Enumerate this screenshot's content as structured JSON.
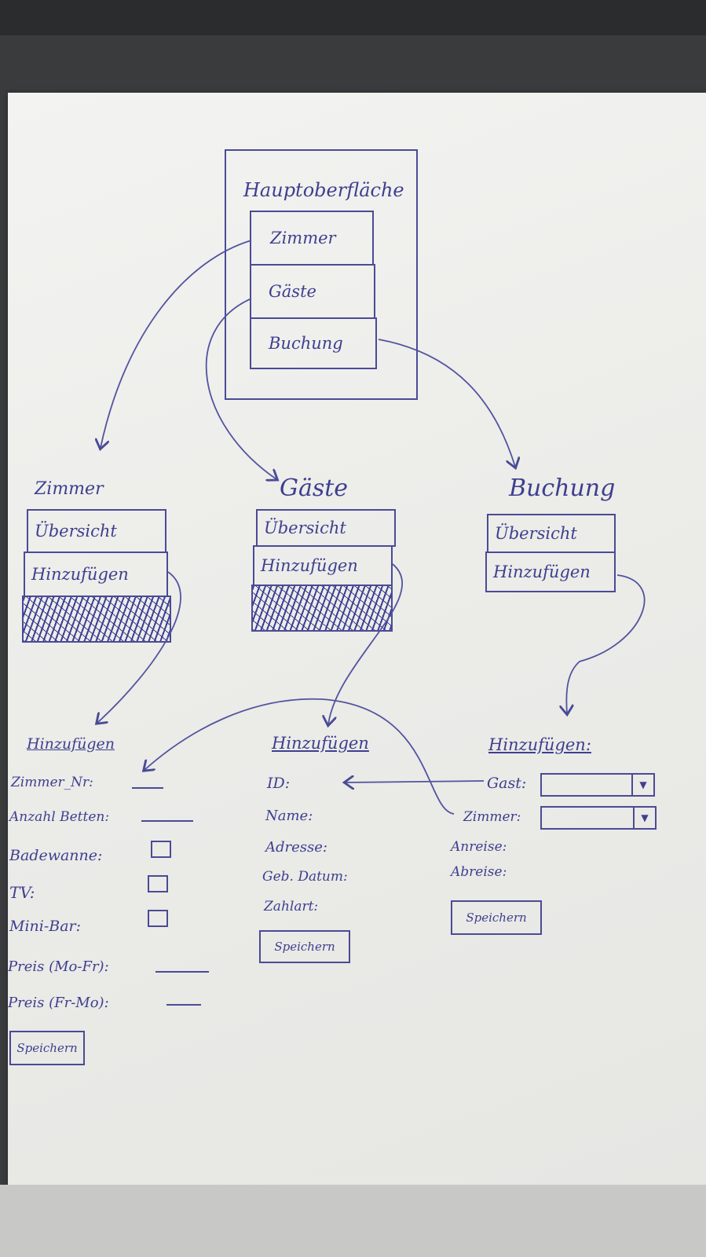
{
  "main_window": {
    "title": "Hauptoberfläche",
    "items": [
      "Zimmer",
      "Gäste",
      "Buchung"
    ]
  },
  "sections": {
    "zimmer": {
      "title": "Zimmer",
      "items": [
        "Übersicht",
        "Hinzufügen"
      ]
    },
    "gaeste": {
      "title": "Gäste",
      "items": [
        "Übersicht",
        "Hinzufügen"
      ]
    },
    "buchung": {
      "title": "Buchung",
      "items": [
        "Übersicht",
        "Hinzufügen"
      ]
    }
  },
  "forms": {
    "zimmer_add": {
      "title": "Hinzufügen",
      "fields": {
        "nr": "Zimmer_Nr:",
        "betten": "Anzahl Betten:",
        "badewanne": "Badewanne:",
        "tv": "TV:",
        "minibar": "Mini-Bar:",
        "preis_mo_fr": "Preis (Mo-Fr):",
        "preis_fr_mo": "Preis (Fr-Mo):"
      },
      "save": "Speichern"
    },
    "gaeste_add": {
      "title": "Hinzufügen",
      "fields": {
        "id": "ID:",
        "name": "Name:",
        "adresse": "Adresse:",
        "geb": "Geb. Datum:",
        "zahlart": "Zahlart:"
      },
      "save": "Speichern"
    },
    "buchung_add": {
      "title": "Hinzufügen:",
      "fields": {
        "gast": "Gast:",
        "zimmer": "Zimmer:",
        "anreise": "Anreise:",
        "abreise": "Abreise:"
      },
      "dropdown_arrow": "▼",
      "save": "Speichern"
    }
  }
}
